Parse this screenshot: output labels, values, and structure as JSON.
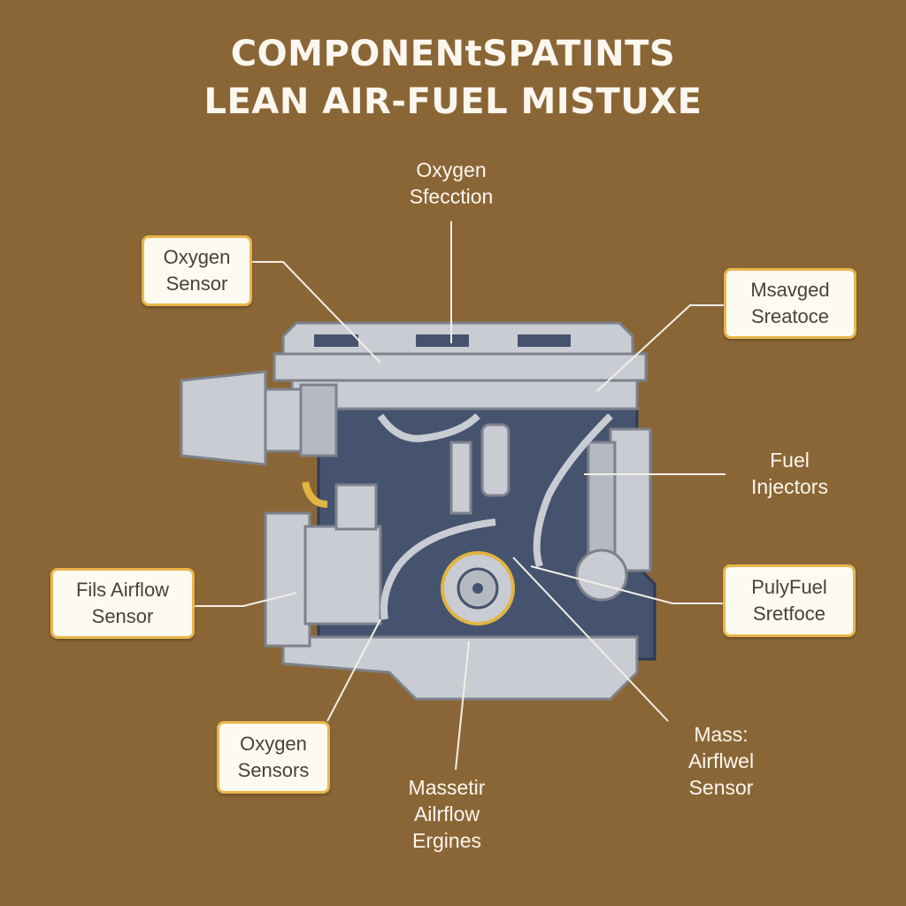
{
  "title": {
    "line1": "COMPONENtSPATINTS",
    "line2": "LEAN AIR-FUEL MISTUXE"
  },
  "labels": {
    "oxygen_sfecction": "Oxygen\nSfecction",
    "oxygen_sensor": "Oxygen\nSensor",
    "msavged_sreatoce": "Msavged\nSreatoce",
    "fuel_injectors": "Fuel\nInjectors",
    "fils_airflow_sensor": "Fils Airflow\nSensor",
    "pulyfuel_sretfoce": "PulyFuel\nSretfoce",
    "oxygen_sensors": "Oxygen\nSensors",
    "massetir_airflow_ergines": "Massetir\nAilrflow\nErgines",
    "mass_airfwel_sensor": "Mass:\nAirflwel\nSensor"
  },
  "colors": {
    "background": "#8a6637",
    "engine_block": "#45536e",
    "engine_parts": "#c9ccd2",
    "label_border": "#e9b64a",
    "accent_yellow": "#e2b442"
  }
}
